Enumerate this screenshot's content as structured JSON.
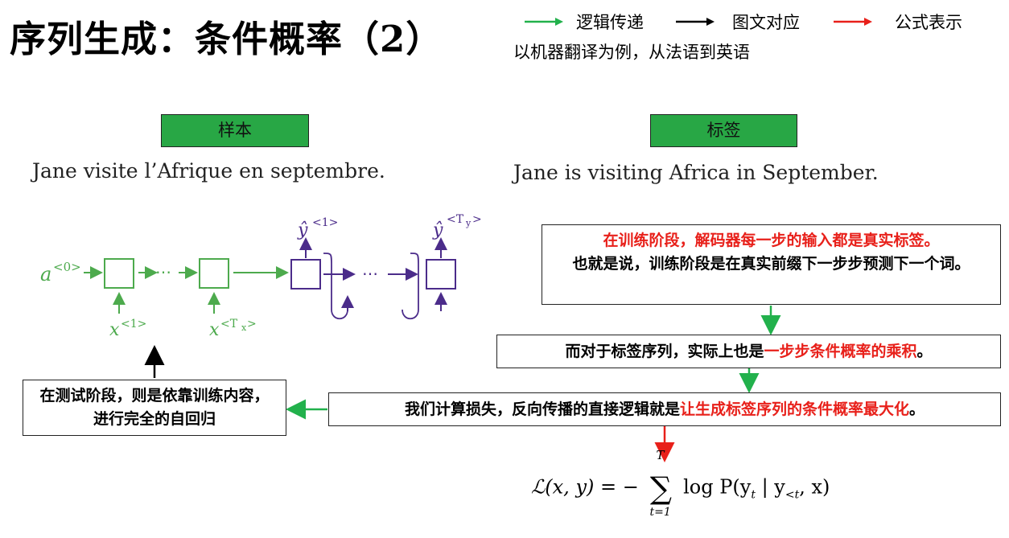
{
  "title": "序列生成：条件概率（2）",
  "subtitle": "以机器翻译为例，从法语到英语",
  "legend": [
    {
      "label": "逻辑传递",
      "color": "#22b14c"
    },
    {
      "label": "图文对应",
      "color": "#000000"
    },
    {
      "label": "公式表示",
      "color": "#e8201a"
    }
  ],
  "sample": {
    "label": "样本",
    "sentence": "Jane visite l’Afrique en septembre."
  },
  "target": {
    "label": "标签",
    "sentence": "Jane is visiting Africa in September."
  },
  "diagram": {
    "a0": "a",
    "a0_sup": "<0>",
    "x": "x",
    "x1_sup": "<1>",
    "xT_sup": "<T",
    "xT_sub": "x",
    "y": "ŷ",
    "y1_sup": "<1>",
    "yT_sup": "<T",
    "yT_sub": "y",
    "dots": "⋯",
    "colors": {
      "encoder": "#4daa4d",
      "decoder": "#4b2c8a"
    }
  },
  "notes": {
    "training_red": "在训练阶段，解码器每一步的输入都是真实标签。",
    "training_black": "也就是说，训练阶段是在真实前缀下一步步预测下一个词。",
    "product_black": "而对于标签序列，实际上也是",
    "product_red": "一步步条件概率的乘积",
    "product_end": "。",
    "loss_black": "我们计算损失，反向传播的直接逻辑就是",
    "loss_red": "让生成标签序列的条件概率最大化",
    "loss_end": "。",
    "test": "在测试阶段，则是依靠训练内容，进行完全的自回归"
  },
  "formula": {
    "lhs": "ℒ(x, y) = −",
    "sum": "∑",
    "upper": "T",
    "lower": "t=1",
    "rhs": "log P(y",
    "rhs_sub": "t",
    "bar": " | y",
    "bar_sub": "<t",
    "end": ", x)"
  }
}
